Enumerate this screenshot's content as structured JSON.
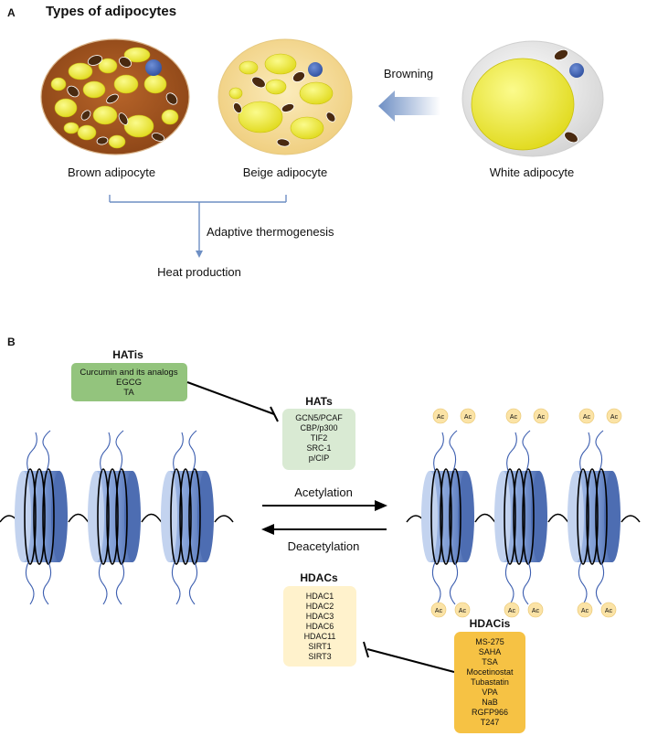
{
  "panel_a": {
    "letter": "A",
    "title": "Types of adipocytes",
    "brown_label": "Brown adipocyte",
    "beige_label": "Beige adipocyte",
    "white_label": "White adipocyte",
    "browning_label": "Browning",
    "thermogenesis_label": "Adaptive thermogenesis",
    "heat_label": "Heat production"
  },
  "panel_b": {
    "letter": "B",
    "hatis": {
      "title": "HATis",
      "items": [
        "Curcumin and its analogs",
        "EGCG",
        "TA"
      ]
    },
    "hats": {
      "title": "HATs",
      "items": [
        "GCN5/PCAF",
        "CBP/p300",
        "TIF2",
        "SRC-1",
        "p/CIP"
      ]
    },
    "acetylation_label": "Acetylation",
    "deacetylation_label": "Deacetylation",
    "hdacs": {
      "title": "HDACs",
      "items": [
        "HDAC1",
        "HDAC2",
        "HDAC3",
        "HDAC6",
        "HDAC11",
        "SIRT1",
        "SIRT3"
      ]
    },
    "hdacis": {
      "title": "HDACis",
      "items": [
        "MS-275",
        "SAHA",
        "TSA",
        "Mocetinostat",
        "Tubastatin",
        "VPA",
        "NaB",
        "RGFP966",
        "T247"
      ]
    },
    "ac_tag": "Ac"
  },
  "colors": {
    "brown_cell": "#a0521f",
    "beige_cell": "#f5dc96",
    "white_cell": "#eeeeee",
    "lipid": "#f0ee2a",
    "nucleus": "#3d5fb0",
    "nucleosome": "#6f8fc9",
    "hatis_box": "#93c47d",
    "hats_box": "#d9ead3",
    "hdacs_box": "#fff2cc",
    "hdacis_box": "#f6c244",
    "ac_badge": "#fbe3a6",
    "arrow_blue": "#6e8fc4"
  }
}
